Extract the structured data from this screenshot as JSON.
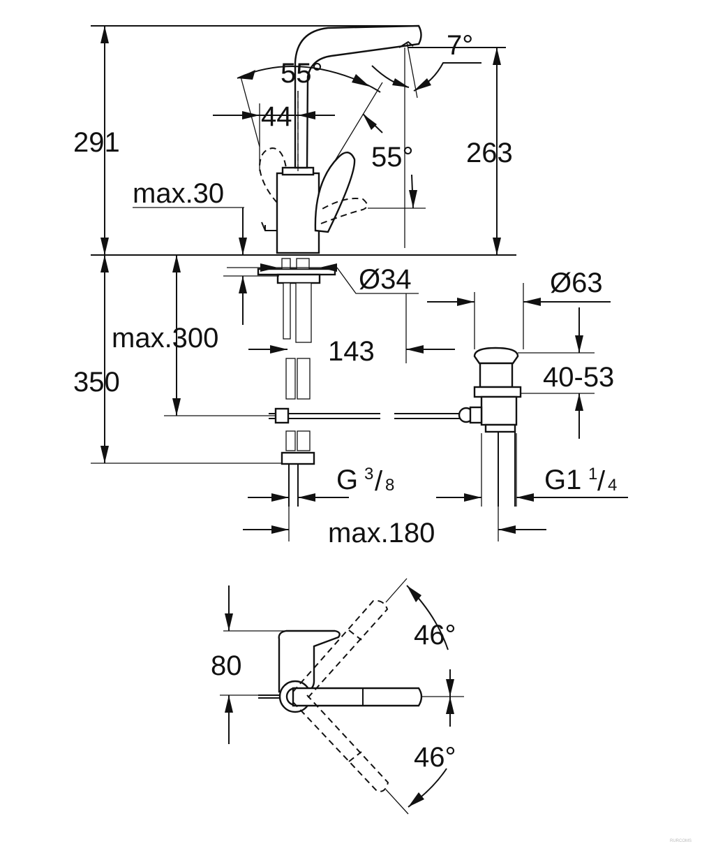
{
  "dimensions": {
    "total_height": "291",
    "spout_height": "263",
    "angle_spout_tilt": "7°",
    "angle_lever_top": "55°",
    "angle_lever_side": "55°",
    "base_width": "44",
    "deck_thickness": "max.30",
    "base_diameter": "Ø34",
    "hose_length": "max.300",
    "below_deck": "350",
    "waste_distance": "143",
    "waste_diameter": "Ø63",
    "waste_height_range": "40-53",
    "supply_thread_main": "G",
    "supply_thread_num": "3",
    "supply_thread_den": "8",
    "waste_thread_main": "G1",
    "waste_thread_num": "1",
    "waste_thread_den": "4",
    "max_projection": "max.180",
    "plan_depth": "80",
    "swivel_angle_top": "46°",
    "swivel_angle_bottom": "46°"
  },
  "watermark": "RURCOMS"
}
